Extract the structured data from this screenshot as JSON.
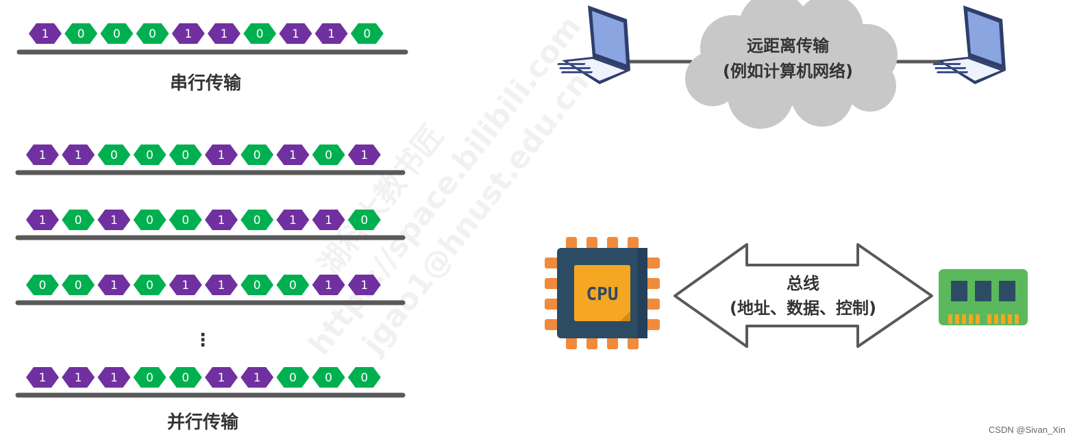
{
  "serial": {
    "label": "串行传输",
    "bits": [
      1,
      0,
      0,
      0,
      1,
      1,
      0,
      1,
      1,
      0
    ]
  },
  "parallel": {
    "label": "并行传输",
    "rows": [
      [
        1,
        1,
        0,
        0,
        0,
        1,
        0,
        1,
        0,
        1
      ],
      [
        1,
        0,
        1,
        0,
        0,
        1,
        0,
        1,
        1,
        0
      ],
      [
        0,
        0,
        1,
        0,
        1,
        1,
        0,
        0,
        1,
        1
      ],
      [
        1,
        1,
        1,
        0,
        0,
        1,
        1,
        0,
        0,
        0
      ]
    ],
    "ellipsis": "⋮"
  },
  "network": {
    "line1": "远距离传输",
    "line2": "(例如计算机网络)"
  },
  "bus": {
    "line1": "总线",
    "line2": "(地址、数据、控制)",
    "cpu_label": "CPU"
  },
  "watermark": {
    "line1": "湖科大教书匠",
    "line2": "https://space.bilibili.com",
    "line3": "jgao1@hnust.edu.cn"
  },
  "credit": "CSDN @Sivan_Xin",
  "colors": {
    "bit_one": "#7030a0",
    "bit_zero": "#00b050",
    "track": "#595959",
    "cloud": "#c8c8c8",
    "cpu_body": "#2c4c63",
    "cpu_chip": "#f5a623",
    "cpu_pins": "#f08a3c",
    "memory": "#5cb85c"
  },
  "icons": [
    "laptop-icon",
    "cloud-icon",
    "cpu-chip-icon",
    "memory-module-icon",
    "double-arrow-icon"
  ]
}
